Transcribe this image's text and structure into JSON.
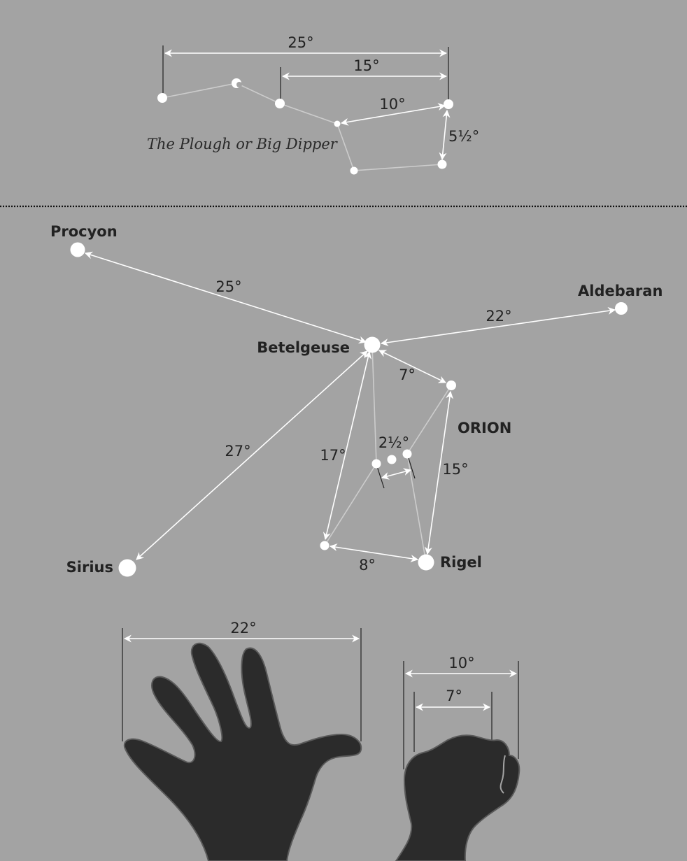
{
  "colors": {
    "background": "#a3a3a3",
    "star": "#ffffff",
    "arrow": "#ffffff",
    "constellation_line": "#cccccc",
    "text": "#222222",
    "hand": "#2b2b2b"
  },
  "plough": {
    "title": "The Plough or Big Dipper",
    "labels": {
      "span_25": "25°",
      "span_15": "15°",
      "span_10": "10°",
      "span_5h": "5½°"
    }
  },
  "orion": {
    "stars": {
      "procyon": "Procyon",
      "aldebaran": "Aldebaran",
      "betelgeuse": "Betelgeuse",
      "sirius": "Sirius",
      "rigel": "Rigel",
      "orion": "ORION"
    },
    "labels": {
      "procyon_betelgeuse": "25°",
      "aldebaran_betelgeuse": "22°",
      "betelgeuse_bellatrix": "7°",
      "sirius_betelgeuse": "27°",
      "betelgeuse_saiph": "17°",
      "belt": "2½°",
      "bellatrix_rigel": "15°",
      "saiph_rigel": "8°"
    }
  },
  "hands": {
    "spread_hand": "22°",
    "fist_outer": "10°",
    "fist_inner": "7°"
  }
}
